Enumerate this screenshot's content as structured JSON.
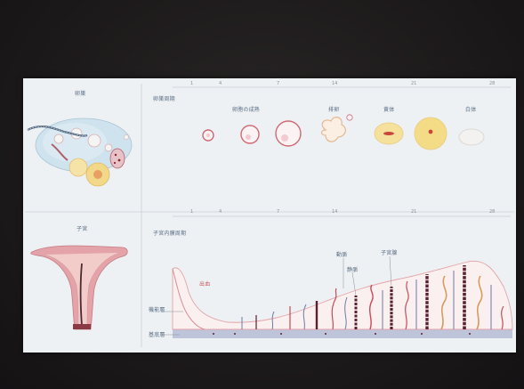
{
  "ovary": {
    "panel_label": "卵巣",
    "cycle_label": "卵巣周期",
    "stage_follicle_maturation": "卵胞の成熟",
    "stage_ovulation": "排卵",
    "stage_corpus_luteum": "黄体",
    "stage_corpus_albicans": "白体",
    "day_ticks": [
      "1",
      "4",
      "7",
      "14",
      "21",
      "28"
    ]
  },
  "uterus": {
    "panel_label": "子宮",
    "cycle_label": "子宮内膜周期",
    "label_menstruation": "出血",
    "label_functional_layer": "機能層",
    "label_basal_layer": "基底層",
    "label_artery": "動脈",
    "label_vein": "静脈",
    "label_uterine_gland": "子宮腺",
    "day_ticks": [
      "1",
      "4",
      "7",
      "14",
      "21",
      "28"
    ]
  },
  "colors": {
    "background_dark": "#1f1c1d",
    "chart_paper": "#eef1f3",
    "label_blue": "#5a6e86",
    "tissue_pink": "#e3a3a8",
    "vessel_dark": "#5a2030",
    "corpus_yellow": "#f2d98a"
  }
}
